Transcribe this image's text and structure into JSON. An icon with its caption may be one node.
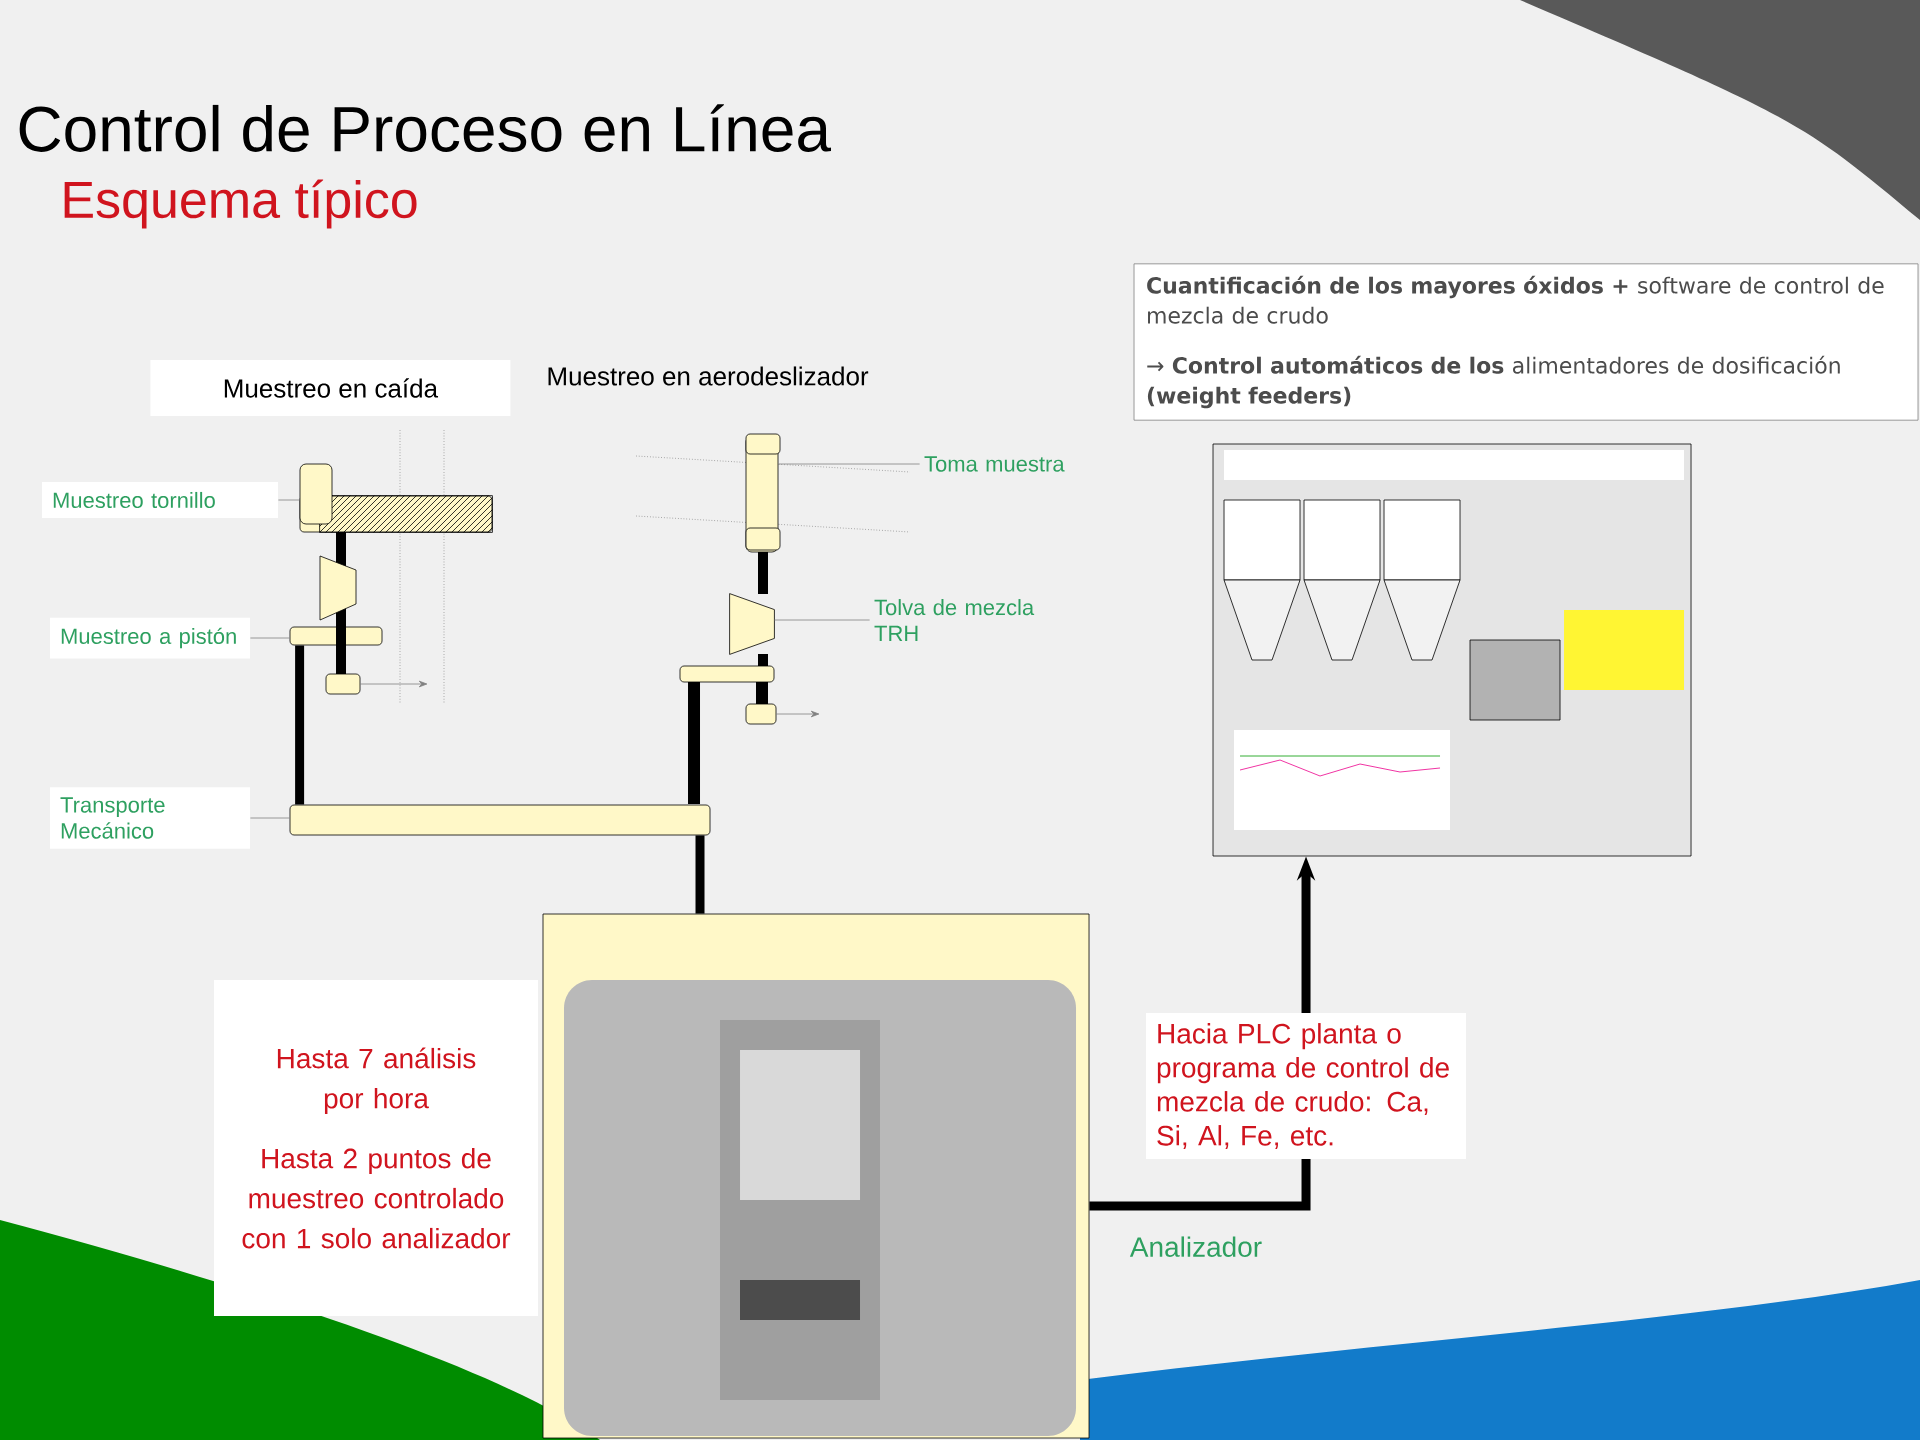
{
  "diagram": {
    "title": "Control de Proceso en Línea",
    "nodes": [
      {
        "text": [
          "Muestreo tornillo"
        ]
      },
      {
        "text": [],
        "shape": "box"
      },
      {
        "text": [
          "Muestreo a pistón"
        ]
      },
      {
        "text": [],
        "shape": "bar"
      },
      {
        "text": [
          "Transporte Mecánico"
        ]
      },
      {
        "text": [],
        "shape": "bar"
      },
      {
        "text": [
          "Toma muestra"
        ]
      },
      {
        "text": [],
        "shape": "cylinder"
      },
      {
        "text": [
          "Tolva de mezcla TRH"
        ]
      },
      {
        "text": [],
        "shape": "trapezoid"
      },
      {
        "text": [],
        "shape": "picture",
        "beside": [
          "Analizador"
        ]
      },
      {
        "text": [],
        "shape": "picture"
      },
      {
        "text": [
          "**Cuantificación de los mayores óxidos +** software de control de mezcla de crudo",
          "→ **Control automáticos de los** alimentadores de dosificación **(weight feeders)**"
        ]
      },
      {
        "text": [
          "Hasta 7 análisis por hora",
          "Hasta 2 puntos de muestreo controlado con 1 solo analizador"
        ]
      }
    ],
    "edges": [
      {
        "from": 0,
        "to": 1,
        "arrow": "none"
      },
      {
        "from": 2,
        "to": 3,
        "arrow": "none"
      },
      {
        "from": 4,
        "to": 5,
        "arrow": "none"
      },
      {
        "from": 6,
        "to": 7,
        "arrow": "none"
      },
      {
        "from": 8,
        "to": 9,
        "arrow": "none"
      },
      {
        "from": 3,
        "to": 5,
        "arrow": "none",
        "style": "thick",
        "color": "#000000"
      },
      {
        "from": 5,
        "to": 10,
        "arrow": "none",
        "style": "thick",
        "color": "#000000"
      },
      {
        "from": 10,
        "to": 11,
        "arrow": "to",
        "style": "thick",
        "color": "#000000",
        "label": "Hacia PLC planta o programa de control de mezcla de crudo: Ca, Si, Al, Fe, etc."
      }
    ],
    "labels": [
      "Esquema típico",
      "Muestreo en caída",
      "Muestreo en aerodeslizador"
    ]
  }
}
